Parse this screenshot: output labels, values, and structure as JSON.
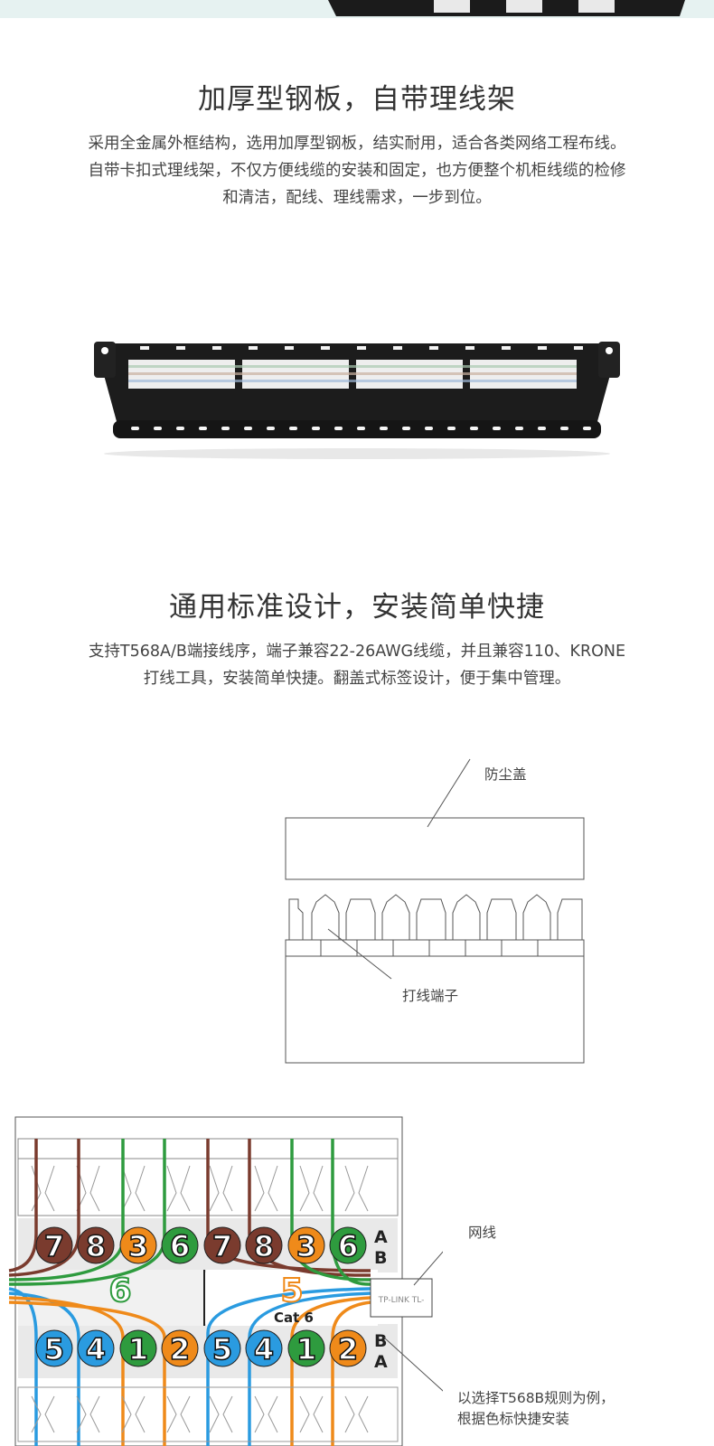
{
  "section1": {
    "title": "加厚型钢板，自带理线架",
    "description": "采用全金属外框结构，选用加厚型钢板，结实耐用，适合各类网络工程布线。自带卡扣式理线架，不仅方便线缆的安装和固定，也方便整个机柜线缆的检修和清洁，配线、理线需求，一步到位。"
  },
  "section2": {
    "title": "通用标准设计，安装简单快捷",
    "description": "支持T568A/B端接线序，端子兼容22-26AWG线缆，并且兼容110、KRONE打线工具，安装简单快捷。翻盖式标签设计，便于集中管理。"
  },
  "diagram1": {
    "label_cover": "防尘盖",
    "label_terminal": "打线端子"
  },
  "diagram2": {
    "top_digits": [
      "7",
      "8",
      "3",
      "6",
      "7",
      "8",
      "3",
      "6"
    ],
    "bottom_digits": [
      "5",
      "4",
      "1",
      "2",
      "5",
      "4",
      "1",
      "2"
    ],
    "top_row_letters": [
      "A",
      "B"
    ],
    "bottom_row_letters": [
      "B",
      "A"
    ],
    "center_left_digit": "6",
    "center_right_digit": "5",
    "cat_label": "Cat 6",
    "cable_label": "TP-LINK TL-",
    "label_cable": "网线",
    "label_rule_line1": "以选择T568B规则为例，",
    "label_rule_line2": "根据色标快捷安装"
  },
  "colors": {
    "brown": "#7a3b2e",
    "green": "#2e9b3e",
    "orange": "#ef8a1a",
    "blue": "#2a9be0",
    "dark": "#222222"
  }
}
